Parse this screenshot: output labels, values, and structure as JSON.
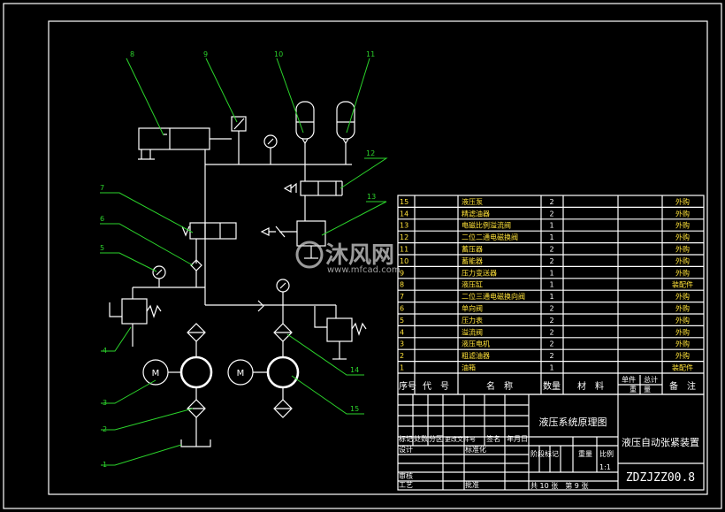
{
  "callouts": [
    "1",
    "2",
    "3",
    "4",
    "5",
    "6",
    "7",
    "8",
    "9",
    "10",
    "11",
    "12",
    "13",
    "14",
    "15"
  ],
  "motor_label": "M",
  "parts": [
    {
      "no": "15",
      "name": "液压泵",
      "qty": "2",
      "note": "外购"
    },
    {
      "no": "14",
      "name": "精滤油器",
      "qty": "2",
      "note": "外购"
    },
    {
      "no": "13",
      "name": "电磁比例溢流阀",
      "qty": "1",
      "note": "外购"
    },
    {
      "no": "12",
      "name": "二位二通电磁换阀",
      "qty": "1",
      "note": "外购"
    },
    {
      "no": "11",
      "name": "蓄压器",
      "qty": "2",
      "note": "外购"
    },
    {
      "no": "10",
      "name": "蓄能器",
      "qty": "2",
      "note": "外购"
    },
    {
      "no": "9",
      "name": "压力变送器",
      "qty": "1",
      "note": "外购"
    },
    {
      "no": "8",
      "name": "液压缸",
      "qty": "1",
      "note": "装配件"
    },
    {
      "no": "7",
      "name": "二位三通电磁换向阀",
      "qty": "1",
      "note": "外购"
    },
    {
      "no": "6",
      "name": "单向阀",
      "qty": "2",
      "note": "外购"
    },
    {
      "no": "5",
      "name": "压力表",
      "qty": "2",
      "note": "外购"
    },
    {
      "no": "4",
      "name": "溢流阀",
      "qty": "2",
      "note": "外购"
    },
    {
      "no": "3",
      "name": "液压电机",
      "qty": "2",
      "note": "外购"
    },
    {
      "no": "2",
      "name": "粗滤油器",
      "qty": "2",
      "note": "外购"
    },
    {
      "no": "1",
      "name": "油箱",
      "qty": "1",
      "note": "装配件"
    }
  ],
  "parts_header": {
    "seq": "序号",
    "code": "代　号",
    "name": "名　称",
    "qty": "数量",
    "material": "材　料",
    "single": "单件",
    "total": "总计",
    "weight": "重　量",
    "remark": "备　注"
  },
  "title_block": {
    "drawing_title": "液压系统原理图",
    "product_name": "液压自动张紧装置",
    "drawing_code": "ZDZJZZ00.8",
    "rev_headers": [
      "标记",
      "处数",
      "分区",
      "更改文件号",
      "签名",
      "年月日"
    ],
    "design": "设计",
    "standardize": "标准化",
    "stage_mark": "阶段标记",
    "weight": "重量",
    "scale": "比例",
    "scale_value": "1:1",
    "review": "审核",
    "process": "工艺",
    "approve": "批准",
    "sheets": "共 10 张　第 9 张"
  },
  "watermark": {
    "text": "沐风网",
    "url": "www.mfcad.com"
  },
  "colors": {
    "background": "#000000",
    "lines": "#ffffff",
    "leaders": "#2bd42b",
    "table_text": "#ffe23a"
  }
}
